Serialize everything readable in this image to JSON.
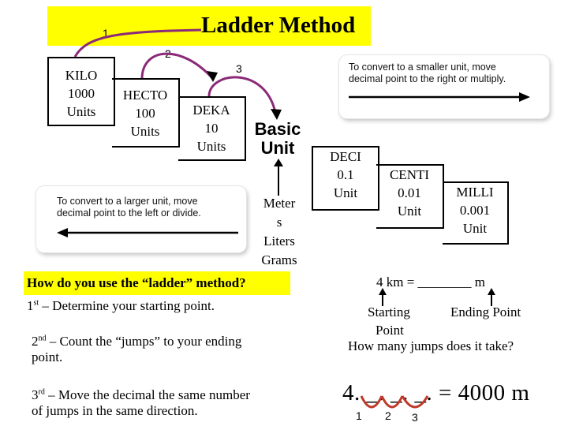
{
  "title": "Ladder Method",
  "steps_numbers": [
    "1",
    "2",
    "3"
  ],
  "units": {
    "kilo": {
      "name": "KILO",
      "value": "1000",
      "label": "Units"
    },
    "hecto": {
      "name": "HECTO",
      "value": "100",
      "label": "Units"
    },
    "deka": {
      "name": "DEKA",
      "value": "10",
      "label": "Units"
    },
    "basic": {
      "line1": "Basic",
      "line2": "Unit"
    },
    "deci": {
      "name": "DECI",
      "value": "0.1",
      "label": "Unit"
    },
    "centi": {
      "name": "CENTI",
      "value": "0.01",
      "label": "Unit"
    },
    "milli": {
      "name": "MILLI",
      "value": "0.001",
      "label": "Unit"
    }
  },
  "basic_units_list": [
    "Meter",
    "s",
    "Liters",
    "Grams"
  ],
  "tips": {
    "smaller": {
      "line1": "To convert to a smaller unit, move",
      "line2": "decimal  point to the right or multiply."
    },
    "larger": {
      "line1": "To convert to a larger unit, move",
      "line2": "decimal  point to the left or divide."
    }
  },
  "question": "How do you use the “ladder” method?",
  "instructions": {
    "first": {
      "ord": "1",
      "sup": "st",
      "text": " – Determine your starting point."
    },
    "second": {
      "ord": "2",
      "sup": "nd",
      "line1": " – Count the “jumps” to your ending",
      "line2": "point."
    },
    "third": {
      "ord": "3",
      "sup": "rd",
      "line1": " – Move the decimal the same number",
      "line2": "of jumps in the same direction."
    }
  },
  "example": {
    "problem": "4 km = ________ m",
    "starting_point": "Starting",
    "starting_point2": "Point",
    "ending_point": "Ending Point",
    "jumps_question": "How many jumps does it take?",
    "answer": "4. _. _. _. = 4000 m",
    "jump_numbers": [
      "1",
      "2",
      "3"
    ]
  },
  "colors": {
    "highlight": "#ffff00",
    "arc": "#8b2a78",
    "jump_arc": "#c0392b"
  }
}
